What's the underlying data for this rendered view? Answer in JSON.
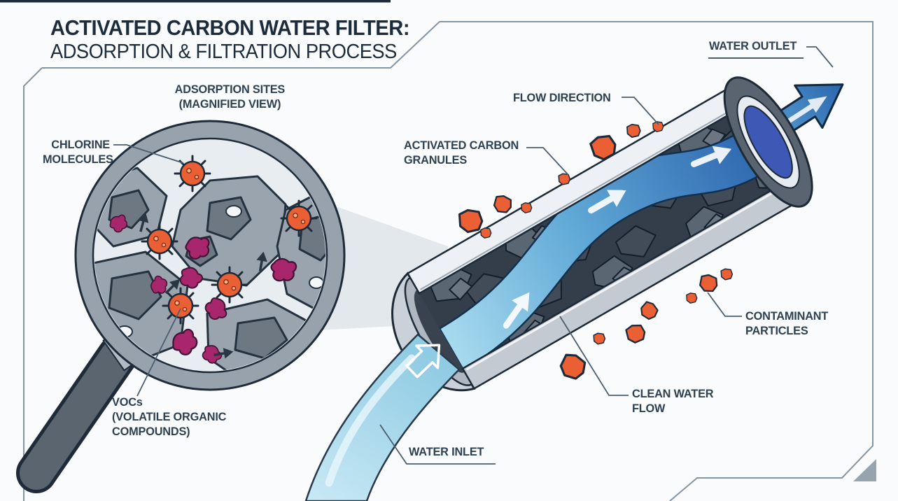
{
  "title": {
    "line1": "ACTIVATED CARBON WATER FILTER:",
    "line2": "ADSORPTION & FILTRATION PROCESS"
  },
  "labels": {
    "adsorption_sites": "ADSORPTION SITES\n(MAGNIFIED VIEW)",
    "chlorine_molecules": "CHLORINE\nMOLECULES",
    "vocs": "VOCs\n(VOLATILE ORGANIC\nCOMPOUNDS)",
    "flow_direction": "FLOW DIRECTION",
    "activated_carbon_granules": "ACTIVATED CARBON\nGRANULES",
    "water_outlet": "WATER OUTLET",
    "contaminant_particles": "CONTAMINANT\nPARTICLES",
    "clean_water_flow": "CLEAN WATER\nFLOW",
    "water_inlet": "WATER INLET"
  },
  "colors": {
    "orange": "#EB5F35",
    "magenta": "#A8266C",
    "water_light": "#A7DAEE",
    "water_dark": "#2B62AC",
    "ink": "#1E2B3A",
    "label_text": "#2E4152",
    "frame_line": "#8495A4"
  }
}
